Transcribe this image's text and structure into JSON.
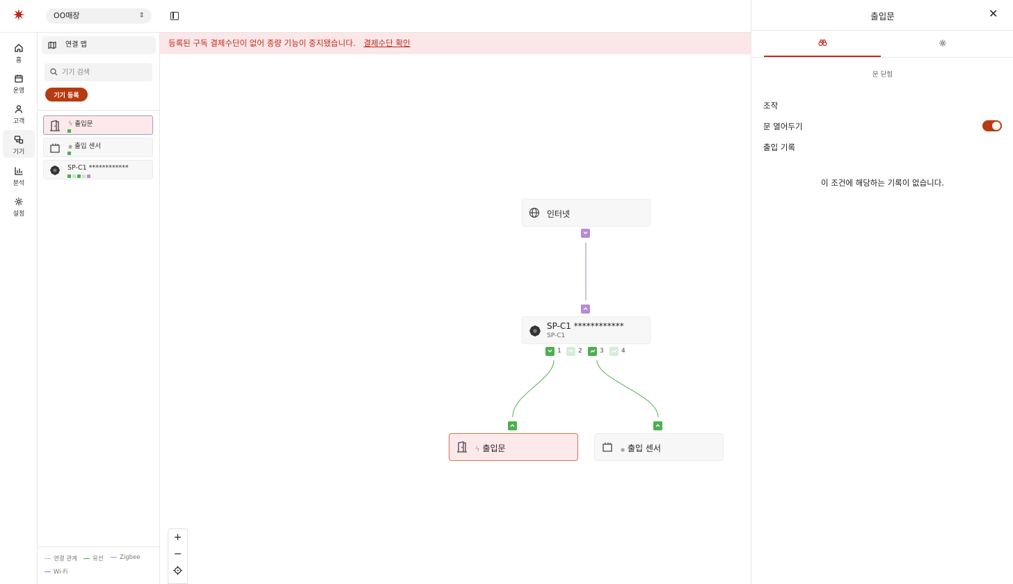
{
  "topbar": {
    "logo": "✷",
    "store_name": "OO매장",
    "store_chevron": "⌃⌄"
  },
  "nav": {
    "items": [
      {
        "label": "홈",
        "icon": "home-icon"
      },
      {
        "label": "운영",
        "icon": "calendar-icon"
      },
      {
        "label": "고객",
        "icon": "user-icon"
      },
      {
        "label": "기기",
        "icon": "devices-icon",
        "active": true
      },
      {
        "label": "분석",
        "icon": "bar-chart-icon"
      },
      {
        "label": "설정",
        "icon": "gear-icon"
      }
    ]
  },
  "sidebar": {
    "header": "연결 맵",
    "search_placeholder": "기기 검색",
    "register_button": "기기 등록",
    "devices": [
      {
        "name": "출입문",
        "icon": "door-icon",
        "status_prefix": "ϟ",
        "selected": true
      },
      {
        "name": "출입 센서",
        "icon": "sensor-icon",
        "status_prefix": "●"
      },
      {
        "name": "SP-C1 ************",
        "icon": "controller-icon"
      }
    ],
    "legend": {
      "relation": "연결 관계",
      "wired": "유선",
      "zigbee": "Zigbee",
      "wifi": "Wi-Fi"
    }
  },
  "alert": {
    "message": "등록된 구독 결제수단이 없어 종량 기능이 중지됐습니다.",
    "link": "결제수단 확인"
  },
  "map": {
    "internet": {
      "name": "인터넷"
    },
    "controller": {
      "name": "SP-C1 ************",
      "model": "SP-C1",
      "ports": [
        "1",
        "2",
        "3",
        "4"
      ]
    },
    "door": {
      "name": "출입문",
      "prefix": "ϟ"
    },
    "sensor": {
      "name": "출입 센서",
      "prefix": "●"
    }
  },
  "zoom": {
    "in": "+",
    "out": "−"
  },
  "drawer": {
    "title": "출입문",
    "close": "✕",
    "door_state": "문 닫힘",
    "control_title": "조작",
    "hold_open_label": "문 열어두기",
    "hold_open_on": true,
    "log_title": "출입 기록",
    "empty_message": "이 조건에 해당하는 기록이 없습니다."
  },
  "colors": {
    "accent": "#b73a10",
    "alert_text": "#c0271b",
    "wired": "#4caf50",
    "internet_link": "#9b7fc8"
  }
}
